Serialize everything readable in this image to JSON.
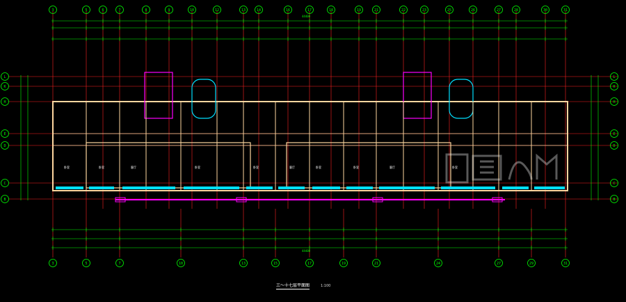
{
  "drawing": {
    "title": "三～十七层平面图",
    "scale": "1:100",
    "colors": {
      "background": "#000000",
      "grid": "#ff2020",
      "dimension": "#00ff00",
      "wall": "#ffd7a0",
      "window": "#00e0ff",
      "magenta": "#ff00ff",
      "cyan": "#00ffff",
      "label": "#ffffff"
    }
  },
  "top_axes": [
    "3",
    "5",
    "6",
    "7",
    "8",
    "9",
    "10",
    "12",
    "13",
    "14",
    "16",
    "17",
    "18",
    "19",
    "21",
    "22",
    "23",
    "25",
    "26",
    "27",
    "28",
    "30",
    "31"
  ],
  "bottom_axes": [
    "3",
    "5",
    "7",
    "10",
    "13",
    "15",
    "17",
    "19",
    "21",
    "24",
    "27",
    "29",
    "31"
  ],
  "side_axes": [
    "L",
    "K",
    "H",
    "E",
    "D",
    "C",
    "B"
  ],
  "overall_dimension": "44400",
  "room_labels": [
    "卧室",
    "卧室",
    "客厅",
    "卧室",
    "卧室",
    "客厅",
    "卧室",
    "卧室",
    "客厅",
    "卧室"
  ],
  "watermark_icon": "house-logo-icon"
}
